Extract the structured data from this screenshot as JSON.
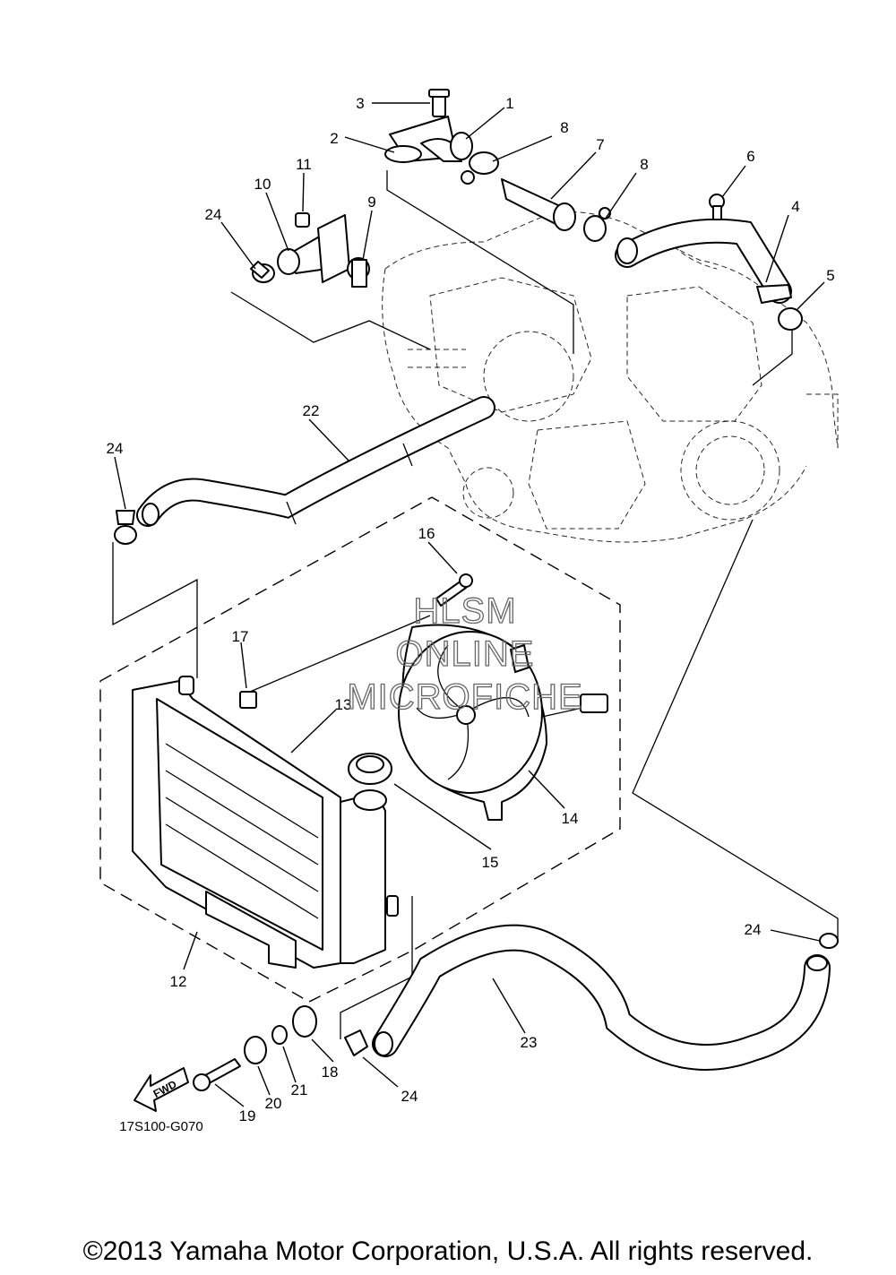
{
  "callouts": {
    "c1": "1",
    "c2": "2",
    "c3": "3",
    "c4": "4",
    "c5": "5",
    "c6": "6",
    "c7": "7",
    "c8a": "8",
    "c8b": "8",
    "c9": "9",
    "c10": "10",
    "c11": "11",
    "c12": "12",
    "c13": "13",
    "c14": "14",
    "c15": "15",
    "c16": "16",
    "c17": "17",
    "c18": "18",
    "c19": "19",
    "c20": "20",
    "c21": "21",
    "c22": "22",
    "c23": "23",
    "c24a": "24",
    "c24b": "24",
    "c24c": "24",
    "c24d": "24"
  },
  "fwd_label": "FWD",
  "diagram_code": "17S100-G070",
  "watermark": {
    "line1": "HLSM",
    "line2": "ONLINE",
    "line3": "MICROFICHE"
  },
  "copyright": "©2013 Yamaha Motor Corporation, U.S.A. All rights reserved."
}
